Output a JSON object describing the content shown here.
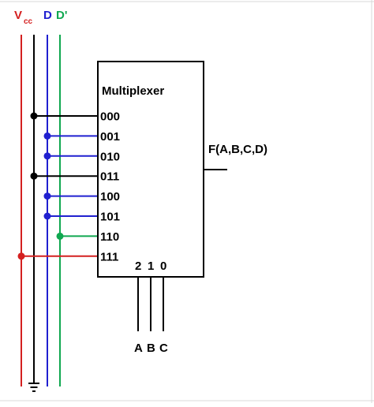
{
  "diagram": {
    "rails": [
      {
        "label": "V",
        "subscript": "cc",
        "color": "#d42020"
      },
      {
        "label": "",
        "subscript": "",
        "color": "#000000"
      },
      {
        "label": "D",
        "subscript": "",
        "color": "#2020d0"
      },
      {
        "label": "D'",
        "subscript": "",
        "color": "#10a850"
      }
    ],
    "mux": {
      "title": "Multiplexer",
      "output_label": "F(A,B,C,D)",
      "select_indices": [
        "2",
        "1",
        "0"
      ],
      "select_inputs": [
        "A",
        "B",
        "C"
      ]
    },
    "inputs": [
      {
        "label": "000",
        "source": "GND"
      },
      {
        "label": "001",
        "source": "D"
      },
      {
        "label": "010",
        "source": "D"
      },
      {
        "label": "011",
        "source": "GND"
      },
      {
        "label": "100",
        "source": "D"
      },
      {
        "label": "101",
        "source": "D"
      },
      {
        "label": "110",
        "source": "D'"
      },
      {
        "label": "111",
        "source": "VCC"
      }
    ],
    "colors": {
      "vcc": "#d42020",
      "ground": "#000000",
      "d": "#2020d0",
      "d_not": "#10a850",
      "frame": "#d8d8d8"
    }
  }
}
